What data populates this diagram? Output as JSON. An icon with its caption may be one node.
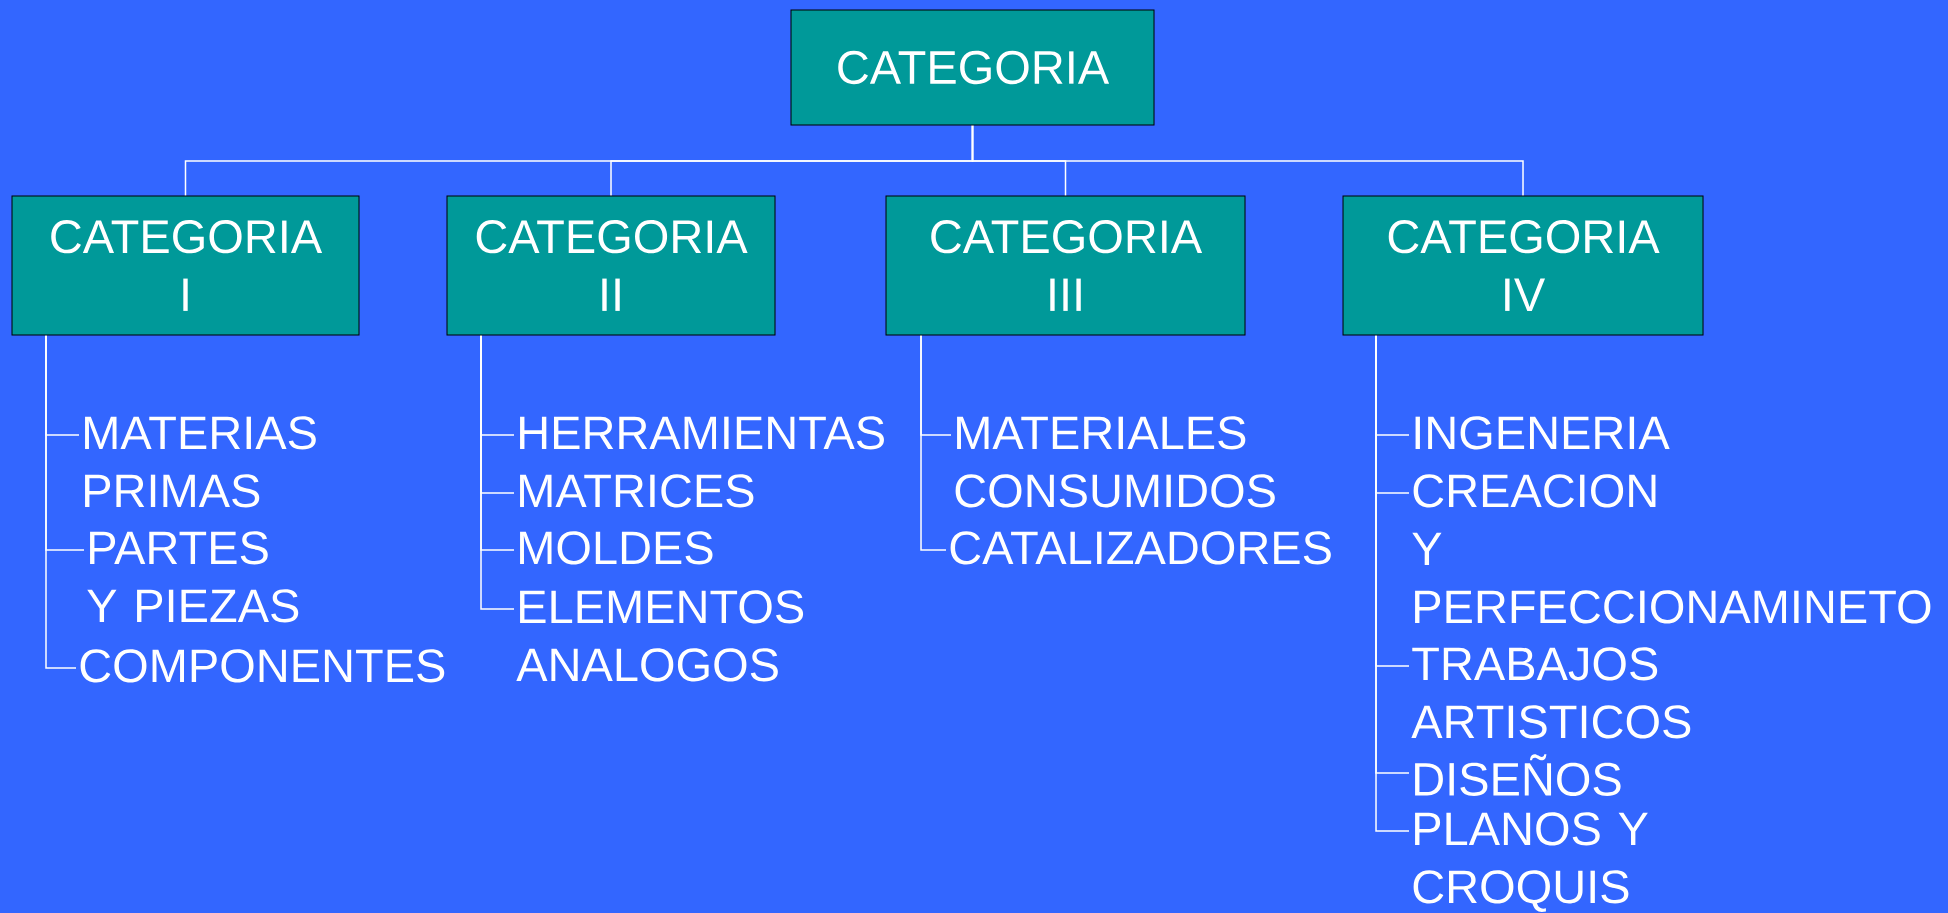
{
  "diagram": {
    "nodes": [
      {
        "text": [
          "CATEGORIA"
        ]
      },
      {
        "text": [
          "CATEGORIA I"
        ]
      },
      {
        "text": [
          "CATEGORIA II"
        ]
      },
      {
        "text": [
          "CATEGORIA III"
        ]
      },
      {
        "text": [
          "CATEGORIA IV"
        ]
      },
      {
        "text": [
          "MATERIAS PRIMAS"
        ]
      },
      {
        "text": [
          "PARTES Y PIEZAS"
        ]
      },
      {
        "text": [
          "COMPONENTES"
        ]
      },
      {
        "text": [
          "HERRAMIENTAS"
        ]
      },
      {
        "text": [
          "MATRICES"
        ]
      },
      {
        "text": [
          "MOLDES"
        ]
      },
      {
        "text": [
          "ELEMENTOS ANALOGOS"
        ]
      },
      {
        "text": [
          "MATERIALES CONSUMIDOS"
        ]
      },
      {
        "text": [
          "CATALIZADORES"
        ]
      },
      {
        "text": [
          "INGENERIA"
        ]
      },
      {
        "text": [
          "CREACION Y PERFECCIONAMINETO"
        ]
      },
      {
        "text": [
          "TRABAJOS ARTISTICOS"
        ]
      },
      {
        "text": [
          "DISEÑOS"
        ]
      },
      {
        "text": [
          "PLANOS Y CROQUIS"
        ]
      }
    ],
    "edges": [
      {
        "from": 0,
        "to": 1,
        "arrow": "none"
      },
      {
        "from": 0,
        "to": 2,
        "arrow": "none"
      },
      {
        "from": 0,
        "to": 3,
        "arrow": "none"
      },
      {
        "from": 0,
        "to": 4,
        "arrow": "none"
      },
      {
        "from": 1,
        "to": 5,
        "arrow": "none"
      },
      {
        "from": 1,
        "to": 6,
        "arrow": "none"
      },
      {
        "from": 1,
        "to": 7,
        "arrow": "none"
      },
      {
        "from": 2,
        "to": 8,
        "arrow": "none"
      },
      {
        "from": 2,
        "to": 9,
        "arrow": "none"
      },
      {
        "from": 2,
        "to": 10,
        "arrow": "none"
      },
      {
        "from": 2,
        "to": 11,
        "arrow": "none"
      },
      {
        "from": 3,
        "to": 12,
        "arrow": "none"
      },
      {
        "from": 3,
        "to": 13,
        "arrow": "none"
      },
      {
        "from": 4,
        "to": 14,
        "arrow": "none"
      },
      {
        "from": 4,
        "to": 15,
        "arrow": "none"
      },
      {
        "from": 4,
        "to": 16,
        "arrow": "none"
      },
      {
        "from": 4,
        "to": 17,
        "arrow": "none"
      },
      {
        "from": 4,
        "to": 18,
        "arrow": "none"
      }
    ]
  }
}
